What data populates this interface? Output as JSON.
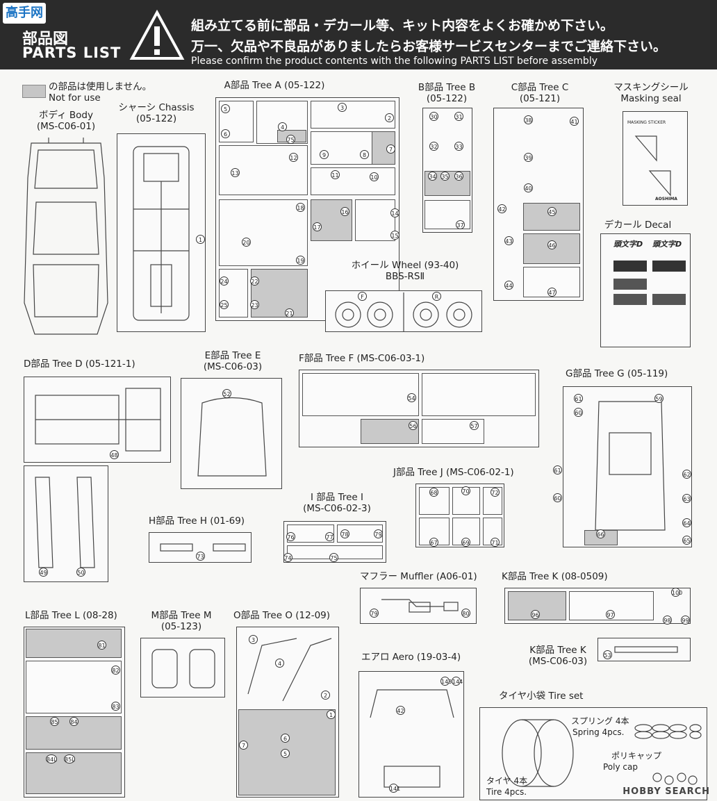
{
  "header": {
    "logo_text": "高手网",
    "title_jp": "部品図",
    "title_en": "PARTS LIST",
    "line1": "組み立てる前に部品・デカール等、キット内容をよくお確かめ下さい。",
    "line2": "万一、欠品や不良品がありましたらお客様サービスセンターまでご連絡下さい。",
    "line3": "Please confirm the product contents with the following PARTS LIST before assembly"
  },
  "legend": {
    "jp": "の部品は使用しません。",
    "en": "Not for use"
  },
  "sections": {
    "body": {
      "jp": "ボディ Body",
      "code": "(MS-C06-01)"
    },
    "chassis": {
      "jp": "シャーシ Chassis",
      "code": "(05-122)"
    },
    "tree_a": {
      "label": "A部品 Tree A (05-122)"
    },
    "tree_b": {
      "label": "B部品 Tree B",
      "code": "(05-122)"
    },
    "tree_c": {
      "label": "C部品 Tree C",
      "code": "(05-121)"
    },
    "masking": {
      "jp": "マスキングシール",
      "en": "Masking seal",
      "sheet_title": "MASKING STICKER",
      "brand": "AOSHIMA"
    },
    "decal": {
      "label": "デカール Decal",
      "logo": "頭文字D"
    },
    "wheel": {
      "label": "ホイール Wheel (93-40)",
      "sub": "BBS-RSⅡ",
      "front": "F",
      "rear": "R"
    },
    "tree_d": {
      "label": "D部品 Tree D (05-121-1)"
    },
    "tree_e": {
      "label": "E部品 Tree E",
      "code": "(MS-C06-03)"
    },
    "tree_f": {
      "label": "F部品 Tree F (MS-C06-03-1)"
    },
    "tree_g": {
      "label": "G部品 Tree G (05-119)"
    },
    "tree_h": {
      "label": "H部品 Tree H (01-69)"
    },
    "tree_i": {
      "label": "I 部品 Tree I",
      "code": "(MS-C06-02-3)"
    },
    "tree_j": {
      "label": "J部品 Tree J (MS-C06-02-1)"
    },
    "muffler": {
      "label": "マフラー Muffler (A06-01)"
    },
    "tree_k1": {
      "label": "K部品 Tree K (08-0509)"
    },
    "tree_k2": {
      "label": "K部品 Tree K",
      "code": "(MS-C06-03)"
    },
    "tree_l": {
      "label": "L部品 Tree L (08-28)"
    },
    "tree_m": {
      "label": "M部品 Tree M",
      "code": "(05-123)"
    },
    "tree_o": {
      "label": "O部品 Tree O (12-09)"
    },
    "aero": {
      "label": "エアロ Aero (19-03-4)"
    },
    "tire": {
      "label": "タイヤ小袋 Tire set",
      "spring_jp": "スプリング 4本",
      "spring_en": "Spring 4pcs.",
      "cap_jp": "ポリキャップ",
      "cap_en": "Poly cap",
      "tire_jp": "タイヤ 4本",
      "tire_en": "Tire 4pcs."
    }
  },
  "footer": {
    "text": "HOBBY SEARCH"
  }
}
